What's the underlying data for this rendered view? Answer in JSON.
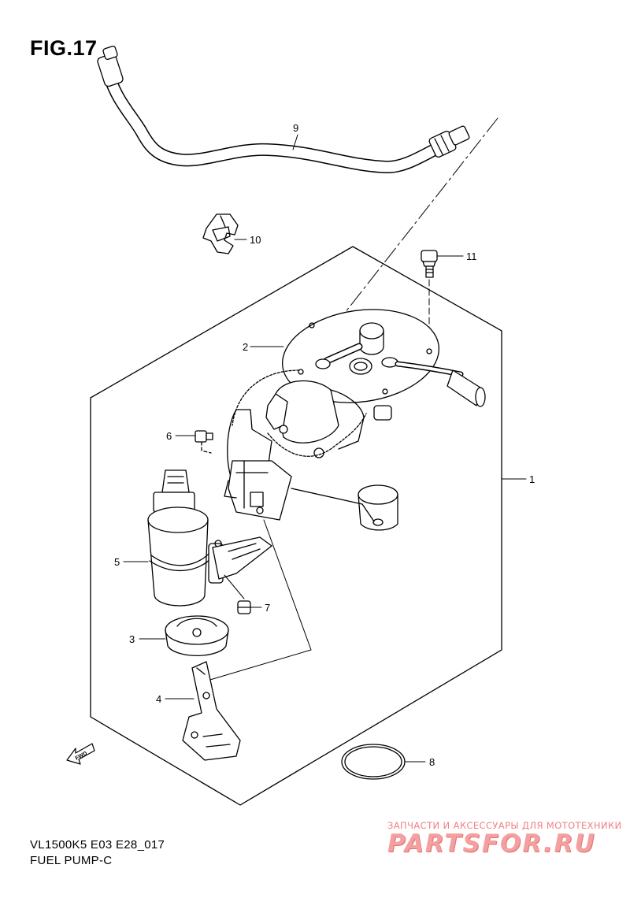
{
  "figure": {
    "title": "FIG.17",
    "model_code": "VL1500K5 E03 E28_017",
    "section_name": "FUEL PUMP-C"
  },
  "callouts": [
    "1",
    "2",
    "3",
    "4",
    "5",
    "6",
    "7",
    "8",
    "9",
    "10",
    "11"
  ],
  "direction_badge": "FWD",
  "watermark": {
    "tagline": "ЗАПЧАСТИ И АКСЕССУАРЫ ДЛЯ МОТОТЕХНИКИ",
    "logo": "PARTSFOR.RU",
    "color": "#f4a0a0"
  }
}
